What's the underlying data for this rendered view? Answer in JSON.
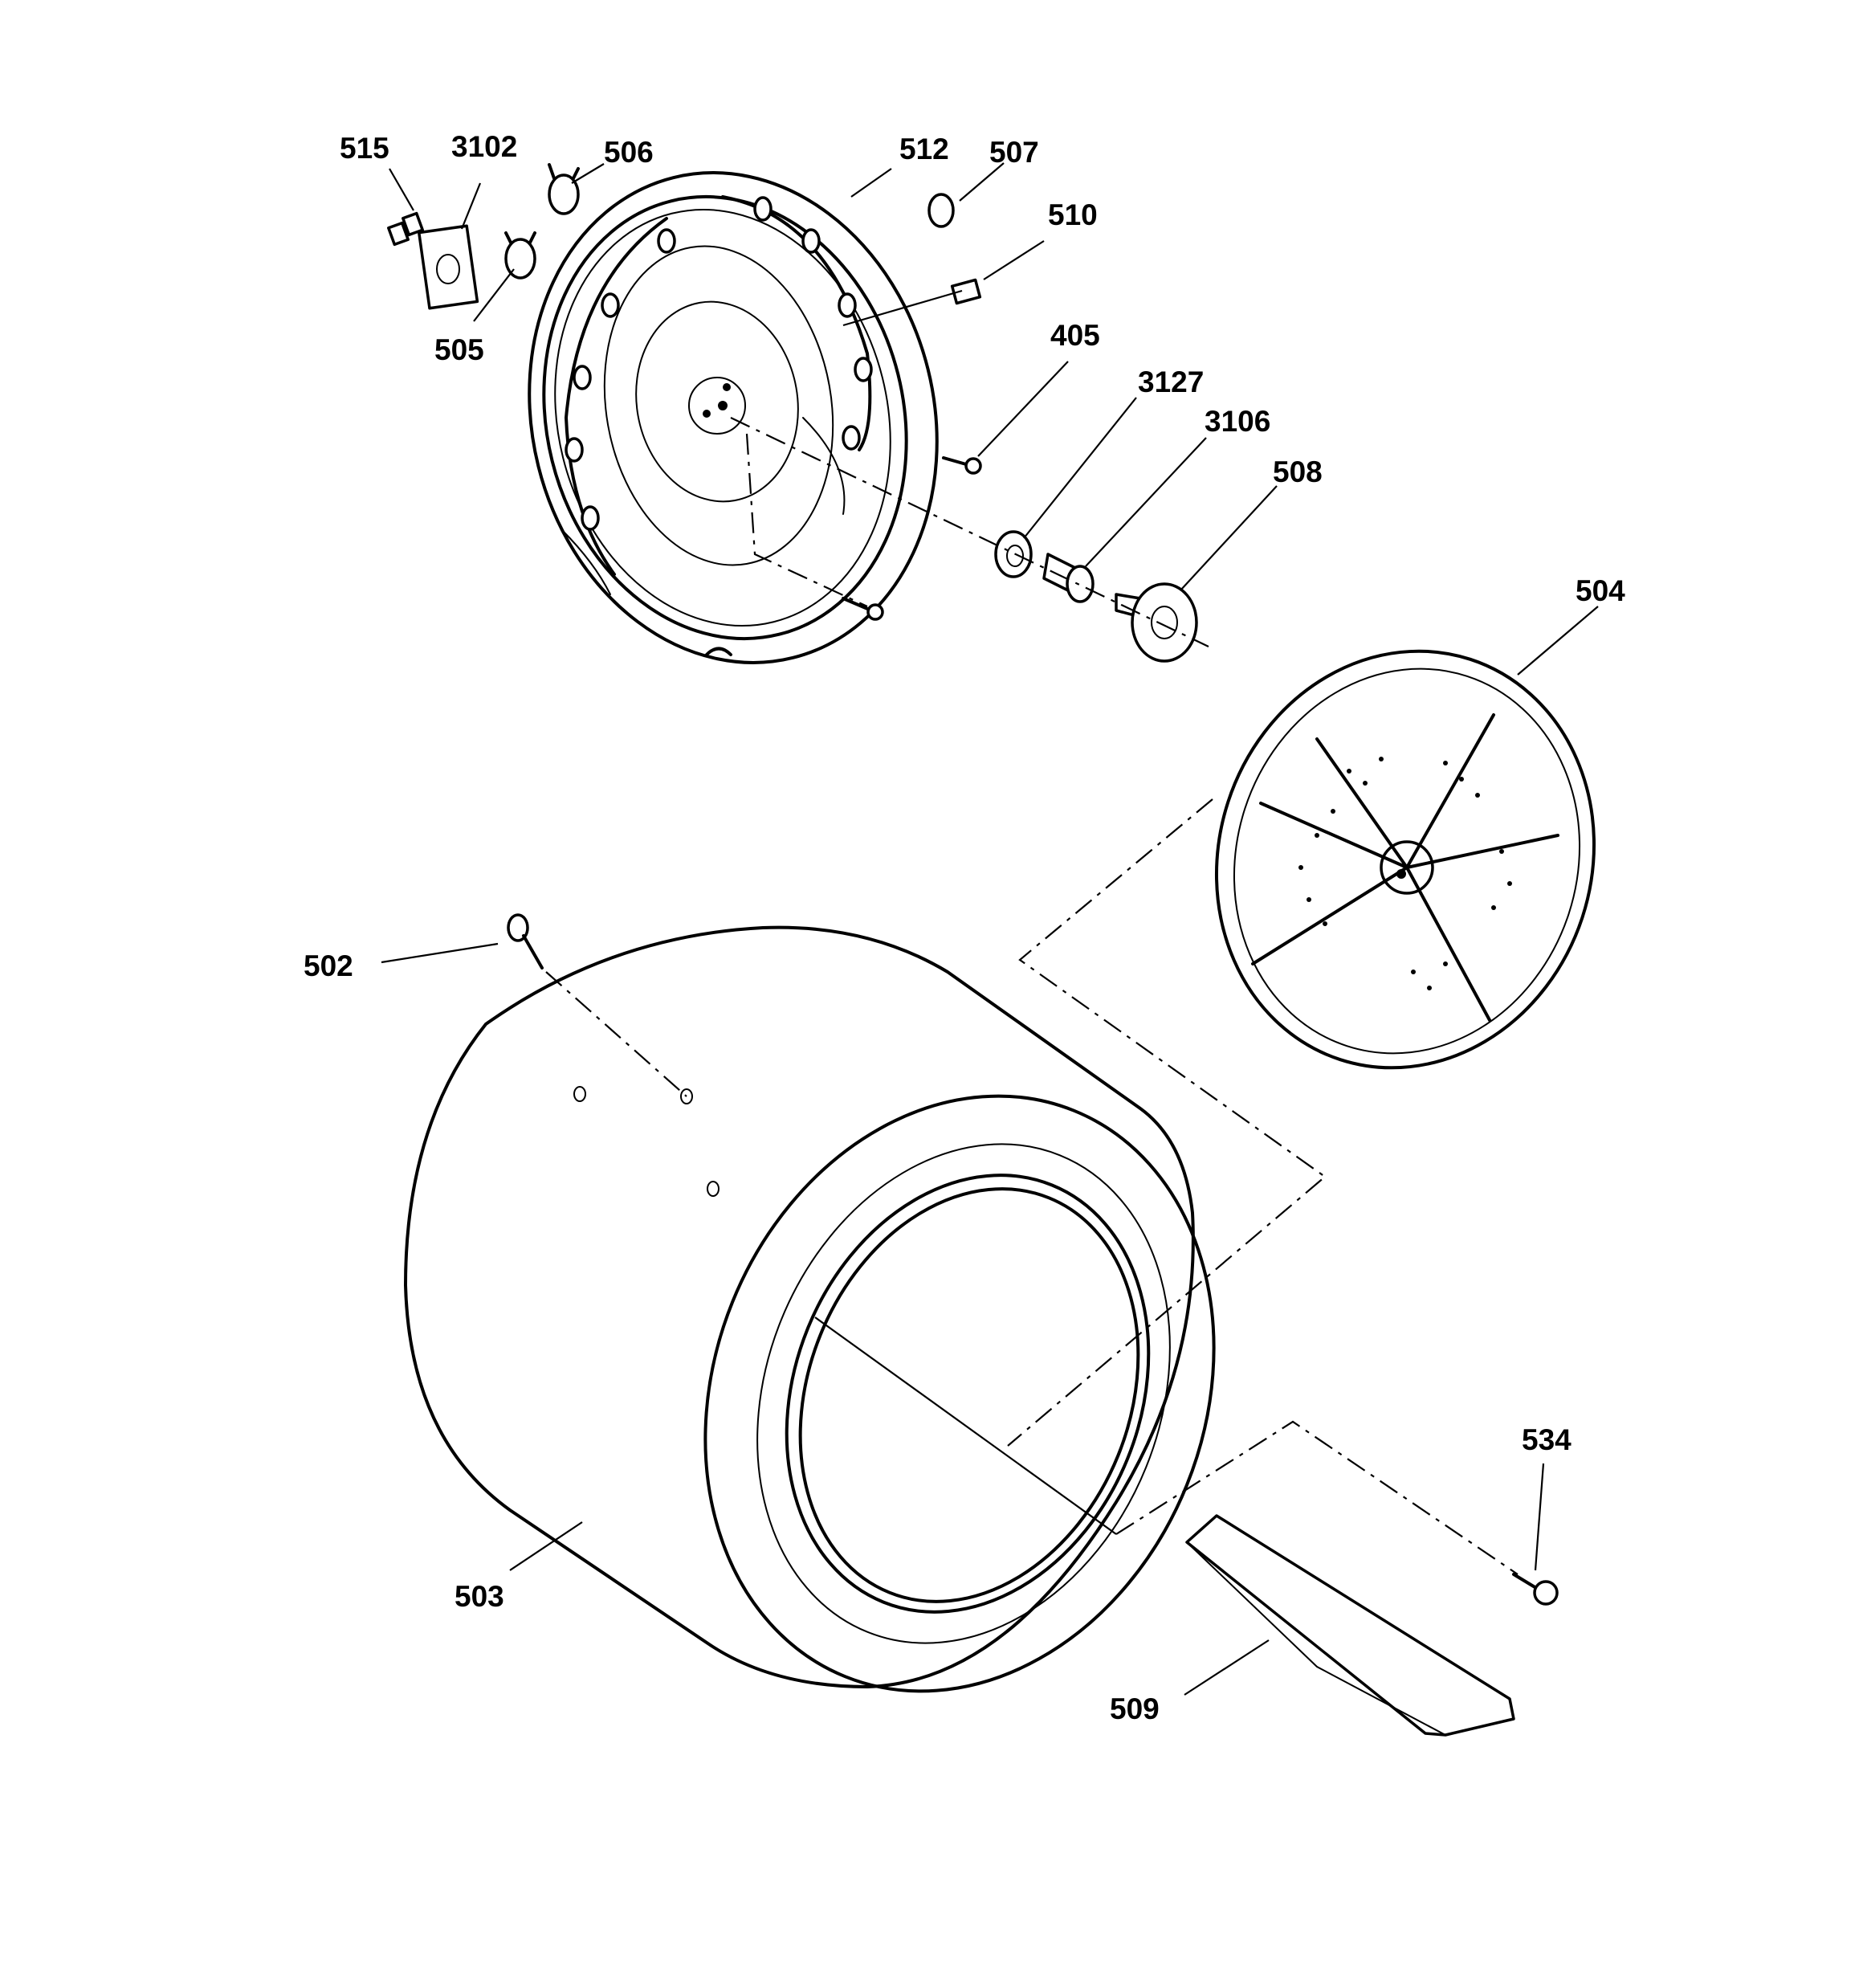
{
  "callouts": [
    {
      "id": "515",
      "text": "515"
    },
    {
      "id": "3102",
      "text": "3102"
    },
    {
      "id": "506",
      "text": "506"
    },
    {
      "id": "512",
      "text": "512"
    },
    {
      "id": "507",
      "text": "507"
    },
    {
      "id": "510",
      "text": "510"
    },
    {
      "id": "505",
      "text": "505"
    },
    {
      "id": "405",
      "text": "405"
    },
    {
      "id": "3127",
      "text": "3127"
    },
    {
      "id": "3106",
      "text": "3106"
    },
    {
      "id": "508",
      "text": "508"
    },
    {
      "id": "504",
      "text": "504"
    },
    {
      "id": "502",
      "text": "502"
    },
    {
      "id": "503",
      "text": "503"
    },
    {
      "id": "534",
      "text": "534"
    },
    {
      "id": "509",
      "text": "509"
    }
  ],
  "colors": {
    "line": "#000000",
    "background": "#ffffff"
  }
}
